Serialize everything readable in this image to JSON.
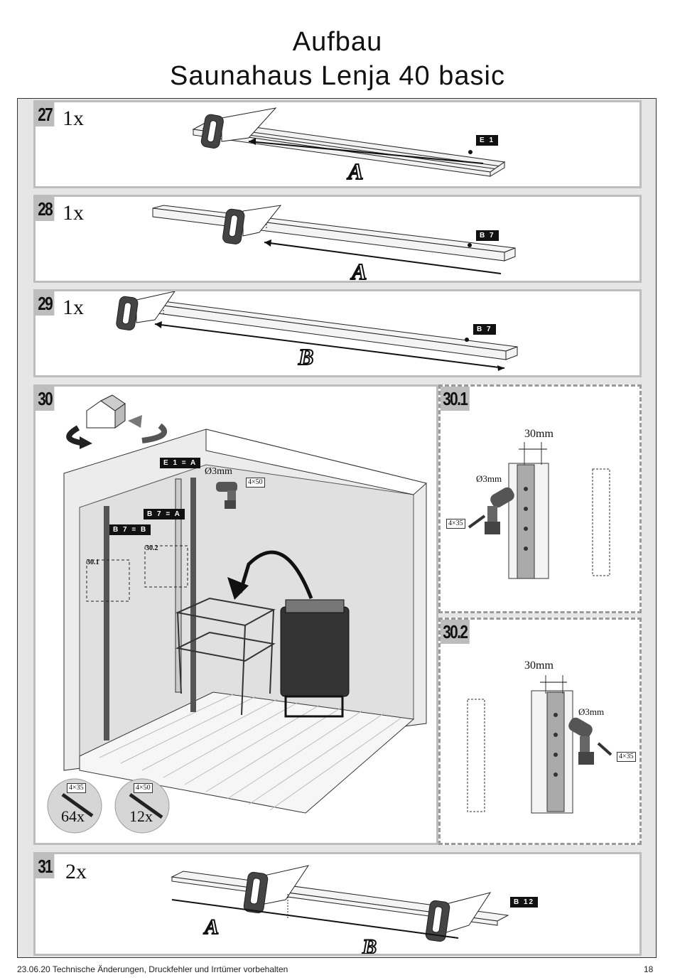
{
  "header": {
    "title_line1": "Aufbau",
    "title_line2": "Saunahaus Lenja 40 basic"
  },
  "steps": [
    {
      "number": "27",
      "quantity": "1x",
      "part_tag": "E 1",
      "cut_label": "A"
    },
    {
      "number": "28",
      "quantity": "1x",
      "part_tag": "B 7",
      "cut_label": "A"
    },
    {
      "number": "29",
      "quantity": "1x",
      "part_tag": "B 7",
      "cut_label": "B"
    },
    {
      "number": "30",
      "tags": [
        "E 1 = A",
        "B 7 = A",
        "B 7 = B"
      ],
      "detail_refs": [
        "30.1",
        "30.2"
      ],
      "drill": "Ø3mm",
      "screw": "4×50",
      "screw_counts": [
        {
          "size": "4×35",
          "count": "64x"
        },
        {
          "size": "4×50",
          "count": "12x"
        }
      ]
    },
    {
      "number": "30.1",
      "distance": "30mm",
      "drill": "Ø3mm",
      "screw": "4×35"
    },
    {
      "number": "30.2",
      "distance": "30mm",
      "drill": "Ø3mm",
      "screw": "4×35"
    },
    {
      "number": "31",
      "quantity": "2x",
      "part_tag": "B 12",
      "cut_labels": [
        "A",
        "B"
      ]
    }
  ],
  "footer": {
    "note": "23.06.20 Technische Änderungen, Druckfehler und Irrtümer vorbehalten",
    "page": "18"
  }
}
